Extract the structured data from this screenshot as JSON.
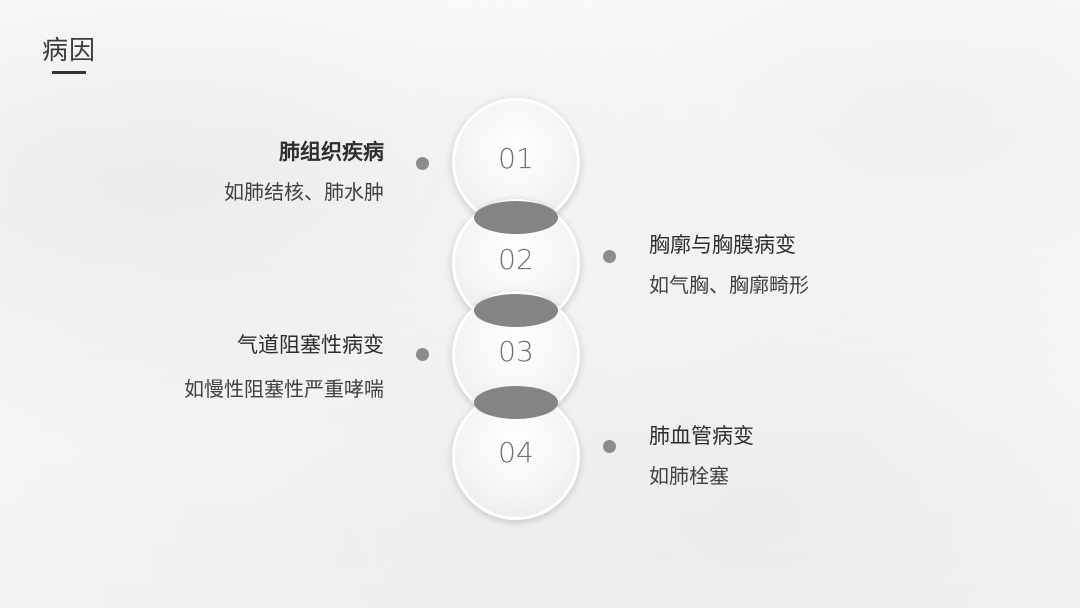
{
  "page": {
    "heading": "病因"
  },
  "items": [
    {
      "number": "01",
      "title": "肺组织疾病",
      "desc": "如肺结核、肺水肿"
    },
    {
      "number": "02",
      "title": "胸廓与胸膜病变",
      "desc": "如气胸、胸廓畸形"
    },
    {
      "number": "03",
      "title": "气道阻塞性病变",
      "desc": "如慢性阻塞性严重哮喘"
    },
    {
      "number": "04",
      "title": "肺血管病变",
      "desc": "如肺栓塞"
    }
  ],
  "colors": {
    "accent": "#848484",
    "dot": "#8c8c8c",
    "text": "#333333"
  }
}
